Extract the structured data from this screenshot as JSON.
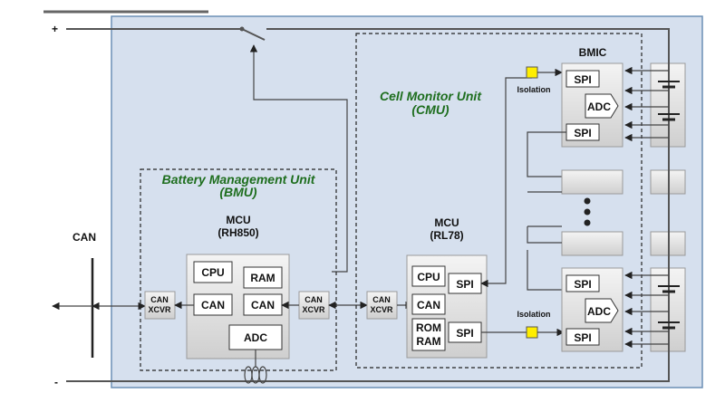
{
  "terminals": {
    "plus": "+",
    "minus": "-"
  },
  "can_bus": {
    "label": "CAN"
  },
  "bmu": {
    "title_line1": "Battery Management Unit",
    "title_line2": "(BMU)",
    "mcu_label": "MCU",
    "mcu_model": "(RH850)",
    "cpu": "CPU",
    "ram": "RAM",
    "can_left": "CAN",
    "can_right": "CAN",
    "adc": "ADC",
    "xcvr_left": [
      "CAN",
      "XCVR"
    ],
    "xcvr_right": [
      "CAN",
      "XCVR"
    ]
  },
  "cmu": {
    "title_line1": "Cell Monitor Unit",
    "title_line2": "(CMU)",
    "mcu_label": "MCU",
    "mcu_model": "(RL78)",
    "cpu": "CPU",
    "spi_top": "SPI",
    "can": "CAN",
    "rom": "ROM",
    "ram": "RAM",
    "spi_bottom": "SPI",
    "xcvr": [
      "CAN",
      "XCVR"
    ],
    "isolation_top": "Isolation",
    "isolation_bottom": "Isolation"
  },
  "bmic": {
    "title": "BMIC",
    "top": {
      "spi1": "SPI",
      "adc": "ADC",
      "spi2": "SPI"
    },
    "bottom": {
      "spi1": "SPI",
      "adc": "ADC",
      "spi2": "SPI"
    }
  },
  "colors": {
    "panel_bg": "#d6e0ee",
    "panel_border": "#6b8fb5",
    "title_green": "#1e6e1e",
    "isolator_yellow": "#ffee00"
  }
}
